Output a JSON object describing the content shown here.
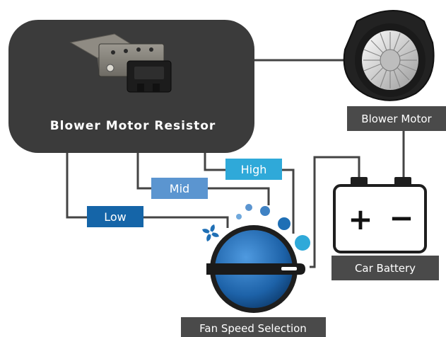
{
  "components": {
    "resistor": {
      "label": "Blower Motor Resistor"
    },
    "motor": {
      "label": "Blower Motor"
    },
    "battery": {
      "label": "Car Battery",
      "positive": "+",
      "negative": "−"
    },
    "switch": {
      "label": "Fan Speed Selection"
    }
  },
  "speeds": {
    "low": "Low",
    "mid": "Mid",
    "high": "High"
  },
  "colors": {
    "panel": "#3b3b3b",
    "wire": "#444444",
    "low_tag": "#1565a8",
    "mid_tag": "#5b95d0",
    "high_tag": "#2fa9d9",
    "knob": "#1f6fb5"
  }
}
